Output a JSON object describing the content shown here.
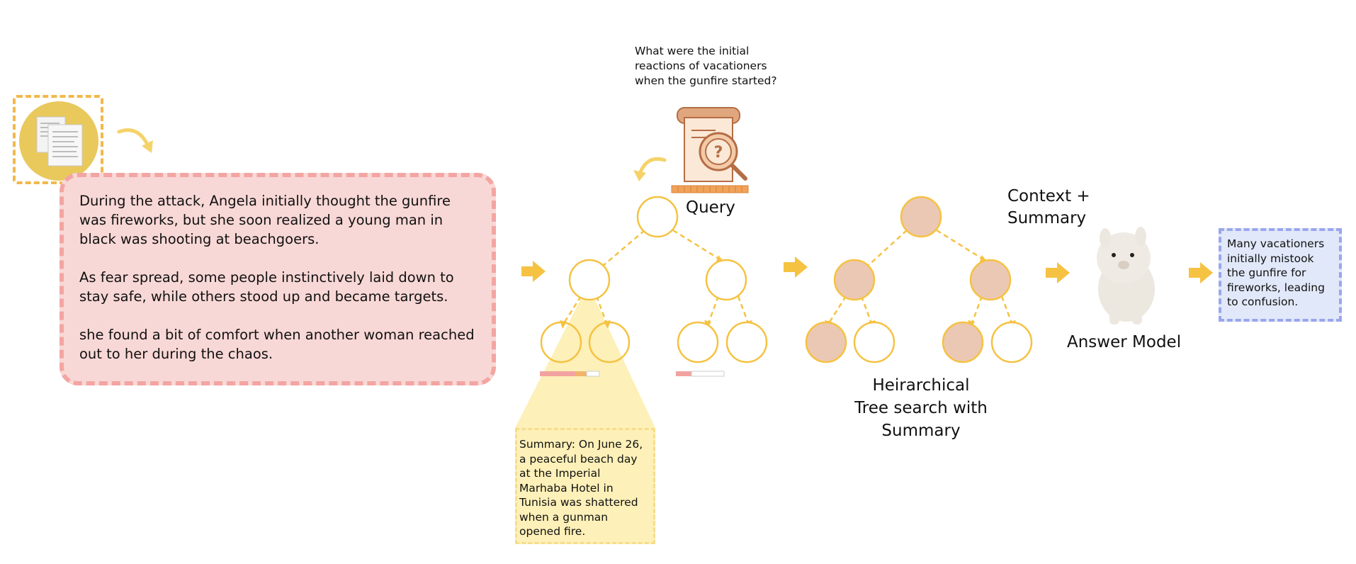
{
  "document_icon": {
    "icon": "documents-icon",
    "color": "#e9c85c"
  },
  "context_box": {
    "paragraphs": [
      "During the attack, Angela initially thought the gunfire was fireworks, but she soon realized a young man in black was shooting at beachgoers.",
      "As fear spread, some people instinctively laid down to stay safe, while others stood up and became targets.",
      "she found a bit of comfort when another woman reached out to her during the chaos."
    ]
  },
  "query": {
    "question": "What were the initial reactions of vacationers when the gunfire started?",
    "label": "Query",
    "icon": "scroll-magnifier-question-icon"
  },
  "summary": {
    "text": "Summary: On June 26, a peaceful beach day at the Imperial Marhaba Hotel in Tunisia was shattered when a gunman opened fire."
  },
  "tree_search": {
    "label": "Heirarchical Tree search with Summary",
    "label_lines": [
      "Heirarchical",
      "Tree search with",
      "Summary"
    ]
  },
  "context_summary": {
    "label_lines": [
      "Context +",
      "Summary"
    ]
  },
  "answer_model": {
    "label": "Answer Model",
    "icon": "alpaca-icon"
  },
  "answer": {
    "text": "Many vacationers initially mistook the gunfire for fireworks, leading to confusion."
  },
  "colors": {
    "arrow": "#f5c242",
    "node_stroke": "#f5c242",
    "node_fill_selected": "#ebc8b3",
    "context_fill": "#f8d8d6",
    "context_border": "#f3a5a2",
    "summary_fill": "#fdf0b8",
    "answer_fill": "#e1e8f9",
    "answer_border": "#9aa6ee"
  }
}
